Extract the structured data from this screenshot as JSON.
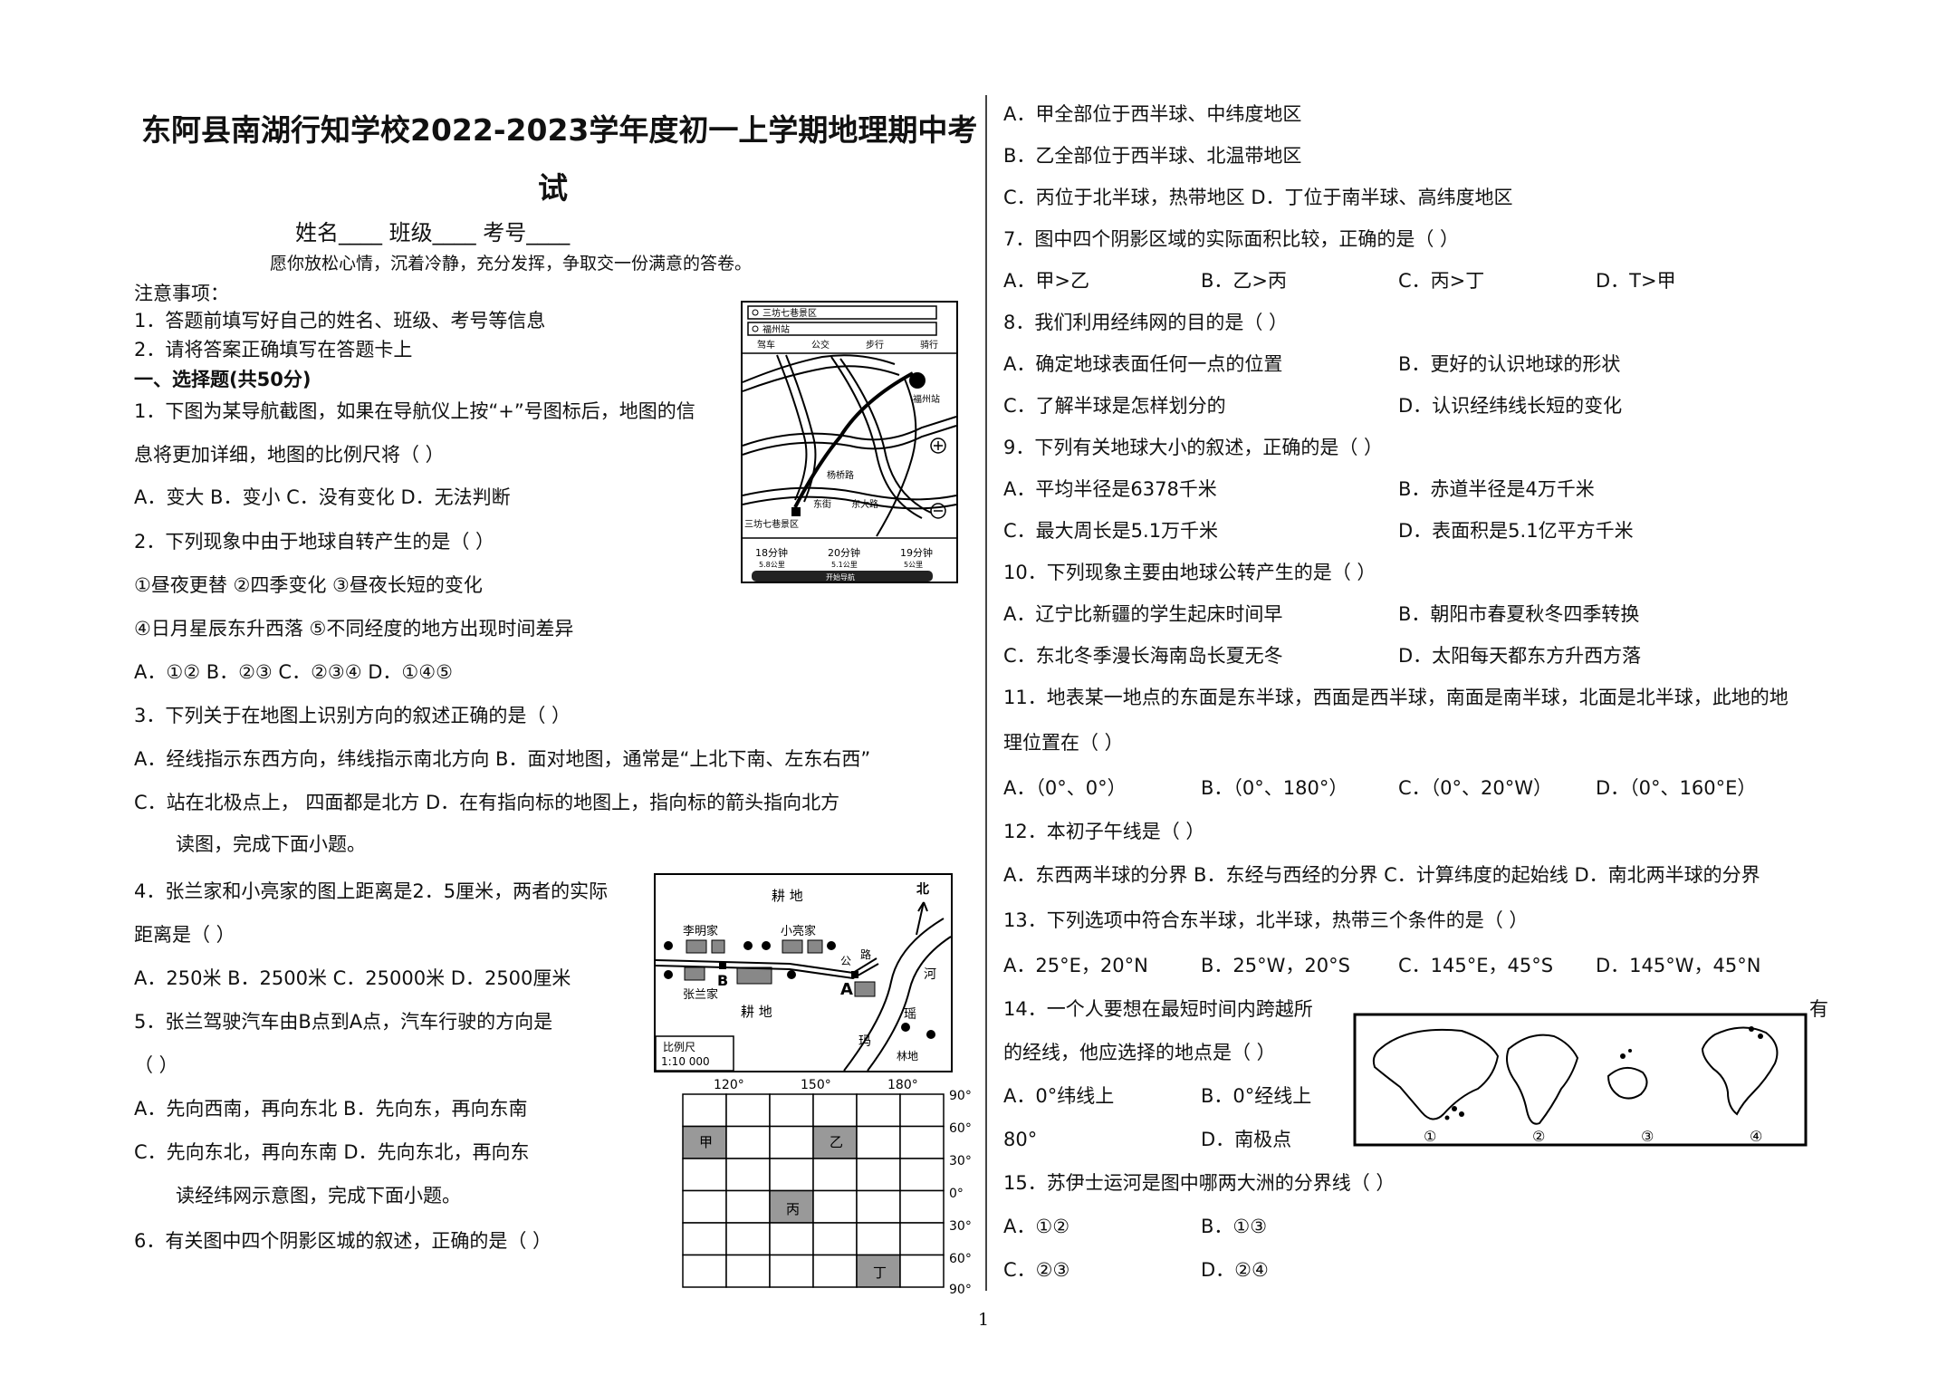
{
  "header": {
    "title_line1": "东阿县南湖行知学校2022-2023学年度初一上学期地理期中考",
    "title_line2": "试",
    "info": "姓名____ 班级____ 考号____",
    "motto": "愿你放松心情，沉着冷静，充分发挥，争取交一份满意的答卷。"
  },
  "notes": {
    "head": "注意事项：",
    "n1": "1．答题前填写好自己的姓名、班级、考号等信息",
    "n2": "2．请将答案正确填写在答题卡上"
  },
  "section1": "一、选择题(共50分)",
  "left": {
    "q1a": "1．下图为某导航截图，如果在导航仪上按“+”号图标后，地图的信",
    "q1b": "息将更加详细，地图的比例尺将（    ）",
    "q1o": "A．变大 B．变小       C．没有变化 D．无法判断",
    "q2": "2．下列现象中由于地球自转产生的是（   ）",
    "q2l1": "①昼夜更替 ②四季变化     ③昼夜长短的变化",
    "q2l2": "④日月星辰东升西落      ⑤不同经度的地方出现时间差异",
    "q2o": "A．①②  B．②③       C．②③④ D．①④⑤",
    "q3": "3．下列关于在地图上识别方向的叙述正确的是（   ）",
    "q3o1": "A．经线指示东西方向，纬线指示南北方向 B．面对地图，通常是“上北下南、左东右西”",
    "q3o2": "C．站在北极点上， 四面都是北方    D．在有指向标的地图上，指向标的箭头指向北方",
    "intro1": "读图，完成下面小题。",
    "q4a": "4．张兰家和小亮家的图上距离是2．5厘米，两者的实际",
    "q4b": "距离是（   ）",
    "q4o": "A．250米 B．2500米 C．25000米 D．2500厘米",
    "q5a": "5．张兰驾驶汽车由B点到A点，汽车行驶的方向是",
    "q5b": "（   ）",
    "q5o1": "A．先向西南，再向东北 B．先向东，再向东南",
    "q5o2": "C．先向东北，再向东南 D．先向东北，再向东",
    "intro2": "读经纬网示意图，完成下面小题。",
    "q6": "6．有关图中四个阴影区城的叙述，正确的是（   ）"
  },
  "right": {
    "q6A": "A．甲全部位于西半球、中纬度地区",
    "q6B": "B．乙全部位于西半球、北温带地区",
    "q6CD": "C．丙位于北半球，热带地区 D．丁位于南半球、高纬度地区",
    "q7": "7．图中四个阴影区域的实际面积比较，正确的是（   ）",
    "q7o": [
      "A．甲>乙",
      "B．乙>丙",
      "C．丙>丁",
      "D．T>甲"
    ],
    "q8": "8．我们利用经纬网的目的是（   ）",
    "q8o": [
      "A．确定地球表面任何一点的位置",
      "B．更好的认识地球的形状",
      "C．了解半球是怎样划分的",
      "D．认识经纬线长短的变化"
    ],
    "q9": "9．下列有关地球大小的叙述，正确的是（   ）",
    "q9o": [
      "A．平均半径是6378千米",
      "B．赤道半径是4万千米",
      "C．最大周长是5.1万千米",
      "D．表面积是5.1亿平方千米"
    ],
    "q10": "10．下列现象主要由地球公转产生的是（   ）",
    "q10o": [
      "A．辽宁比新疆的学生起床时间早",
      "B．朝阳市春夏秋冬四季转换",
      "C．东北冬季漫长海南岛长夏无冬",
      "D．太阳每天都东方升西方落"
    ],
    "q11a": "11．地表某一地点的东面是东半球，西面是西半球，南面是南半球，北面是北半球，此地的地",
    "q11b": "理位置在（   ）",
    "q11o": [
      "A．（0°、0°）",
      "B．（0°、180°）",
      "C．（0°、20°W）",
      "D．（0°、160°E）"
    ],
    "q12": "12．本初子午线是（   ）",
    "q12o": "A．东西两半球的分界 B．东经与西经的分界 C．计算纬度的起始线 D．南北两半球的分界",
    "q13": "13．下列选项中符合东半球，北半球，热带三个条件的是（   ）",
    "q13o": [
      "A．25°E，20°N",
      "B．25°W，20°S",
      "C．145°E，45°S",
      "D．145°W，45°N"
    ],
    "q14a": "14．一个人要想在最短时间内跨越所",
    "q14a_tail": "有",
    "q14b": "的经线，他应选择的地点是（   ）",
    "q14oA": "A．0°纬线上",
    "q14oB": "B．0°经线上",
    "q14oC": "80°",
    "q14oD": "D．南极点",
    "q15": "15．苏伊士运河是图中哪两大洲的分界线（   ）",
    "q15o": [
      "A．①②",
      "B．①③",
      "C．②③",
      "D．②④"
    ]
  },
  "nav_map": {
    "dest1": "三坊七巷景区",
    "dest2": "福州站",
    "modes": [
      "驾车",
      "公交",
      "步行",
      "骑行"
    ],
    "labels": [
      "福州站",
      "杨桥路",
      "东街",
      "东大路",
      "三坊七巷景区"
    ],
    "times": [
      "18分钟",
      "20分钟",
      "19分钟"
    ],
    "dist": [
      "5.8公里",
      "5.1公里",
      "5公里"
    ],
    "start": "开始导航"
  },
  "village_map": {
    "north": "北",
    "labels": [
      "耕 地",
      "李明家",
      "小亮家",
      "公",
      "路",
      "张兰家",
      "A",
      "B",
      "耕 地",
      "河",
      "瑶",
      "玛",
      "林地"
    ],
    "scale_title": "比例尺",
    "scale_value": "1:10 000"
  },
  "grid_map": {
    "lon_labels": [
      "120°",
      "150°",
      "180°"
    ],
    "lat_labels": [
      "90°",
      "60°",
      "30°",
      "0°",
      "30°",
      "60°",
      "90°"
    ],
    "cells": [
      "甲",
      "乙",
      "丙",
      "丁"
    ]
  },
  "continents": {
    "labels": [
      "①",
      "②",
      "③",
      "④"
    ]
  },
  "footer": {
    "page": "1"
  }
}
